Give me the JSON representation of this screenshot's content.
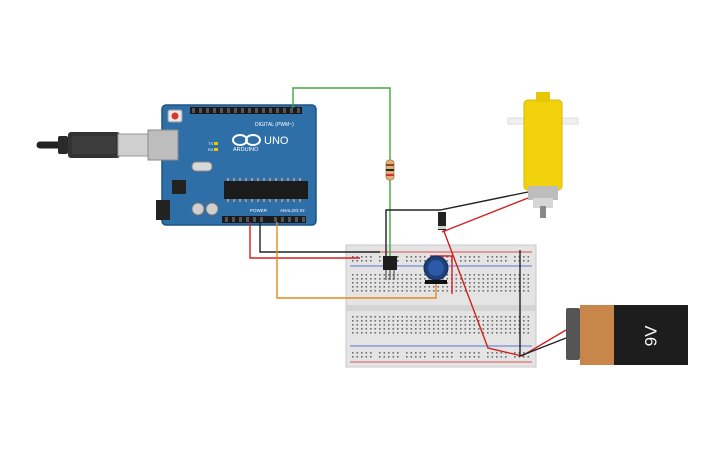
{
  "arduino": {
    "brand": "ARDUINO",
    "model": "UNO",
    "digital_label": "DIGITAL (PWM~)",
    "power_label": "POWER",
    "analog_label": "ANALOG IN",
    "tx_label": "TX",
    "rx_label": "RX",
    "board_color": "#2e6fa7"
  },
  "battery": {
    "label": "9V",
    "body_color": "#1d1d1d",
    "cap_color": "#c8864a"
  },
  "motor": {
    "body_color": "#f2d20c"
  },
  "wires": {
    "signal": "#3ea83e",
    "power": "#d32020",
    "ground": "#222222",
    "analog": "#e08a1e"
  }
}
